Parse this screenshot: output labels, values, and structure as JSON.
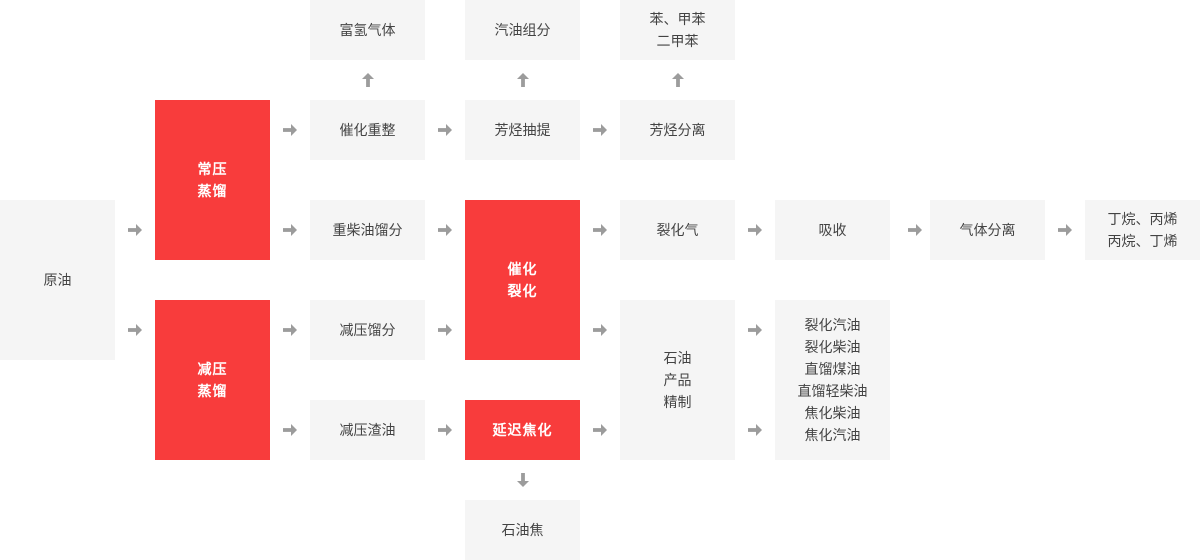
{
  "diagram": {
    "colors": {
      "node_bg": "#f5f5f5",
      "node_text": "#434343",
      "highlight_bg": "#f83c3c",
      "highlight_text": "#ffffff",
      "arrow": "#9c9c9c"
    },
    "nodes": {
      "crude_oil": {
        "label": "原油"
      },
      "atm_dist": {
        "line1": "常压",
        "line2": "蒸馏"
      },
      "vac_dist": {
        "line1": "减压",
        "line2": "蒸馏"
      },
      "h2_gas": {
        "label": "富氢气体"
      },
      "cat_reform": {
        "label": "催化重整"
      },
      "heavy_diesel": {
        "label": "重柴油馏分"
      },
      "vac_fraction": {
        "label": "减压馏分"
      },
      "vac_residue": {
        "label": "减压渣油"
      },
      "gasoline_comp": {
        "label": "汽油组分"
      },
      "aromatic_extract": {
        "label": "芳烃抽提"
      },
      "cat_crack": {
        "line1": "催化",
        "line2": "裂化"
      },
      "delayed_coking": {
        "label": "延迟焦化"
      },
      "petroleum_coke": {
        "label": "石油焦"
      },
      "btx": {
        "line1": "苯、甲苯",
        "line2": "二甲苯"
      },
      "aromatic_sep": {
        "label": "芳烃分离"
      },
      "cracked_gas": {
        "label": "裂化气"
      },
      "refining": {
        "line1": "石油",
        "line2": "产品",
        "line3": "精制"
      },
      "absorption": {
        "label": "吸收"
      },
      "products": {
        "line1": "裂化汽油",
        "line2": "裂化柴油",
        "line3": "直馏煤油",
        "line4": "直馏轻柴油",
        "line5": "焦化柴油",
        "line6": "焦化汽油"
      },
      "gas_sep": {
        "label": "气体分离"
      },
      "alkenes": {
        "line1": "丁烷、丙烯",
        "line2": "丙烷、丁烯"
      }
    },
    "edges": [
      {
        "from": "原油",
        "to": "常压蒸馏"
      },
      {
        "from": "原油",
        "to": "减压蒸馏"
      },
      {
        "from": "常压蒸馏",
        "to": "催化重整"
      },
      {
        "from": "常压蒸馏",
        "to": "重柴油馏分"
      },
      {
        "from": "减压蒸馏",
        "to": "减压馏分"
      },
      {
        "from": "减压蒸馏",
        "to": "减压渣油"
      },
      {
        "from": "催化重整",
        "to": "富氢气体"
      },
      {
        "from": "催化重整",
        "to": "芳烃抽提"
      },
      {
        "from": "芳烃抽提",
        "to": "汽油组分"
      },
      {
        "from": "芳烃抽提",
        "to": "芳烃分离"
      },
      {
        "from": "芳烃分离",
        "to": "苯、甲苯二甲苯"
      },
      {
        "from": "重柴油馏分",
        "to": "催化裂化"
      },
      {
        "from": "减压馏分",
        "to": "催化裂化"
      },
      {
        "from": "减压渣油",
        "to": "延迟焦化"
      },
      {
        "from": "催化裂化",
        "to": "裂化气"
      },
      {
        "from": "催化裂化",
        "to": "石油产品精制"
      },
      {
        "from": "延迟焦化",
        "to": "石油产品精制"
      },
      {
        "from": "延迟焦化",
        "to": "石油焦"
      },
      {
        "from": "裂化气",
        "to": "吸收"
      },
      {
        "from": "吸收",
        "to": "气体分离"
      },
      {
        "from": "气体分离",
        "to": "丁烷、丙烯丙烷、丁烯"
      },
      {
        "from": "石油产品精制",
        "to": "裂化汽油裂化柴油直馏煤油直馏轻柴油焦化柴油焦化汽油"
      },
      {
        "from": "石油产品精制",
        "to": "裂化汽油裂化柴油直馏煤油直馏轻柴油焦化柴油焦化汽油"
      }
    ]
  }
}
